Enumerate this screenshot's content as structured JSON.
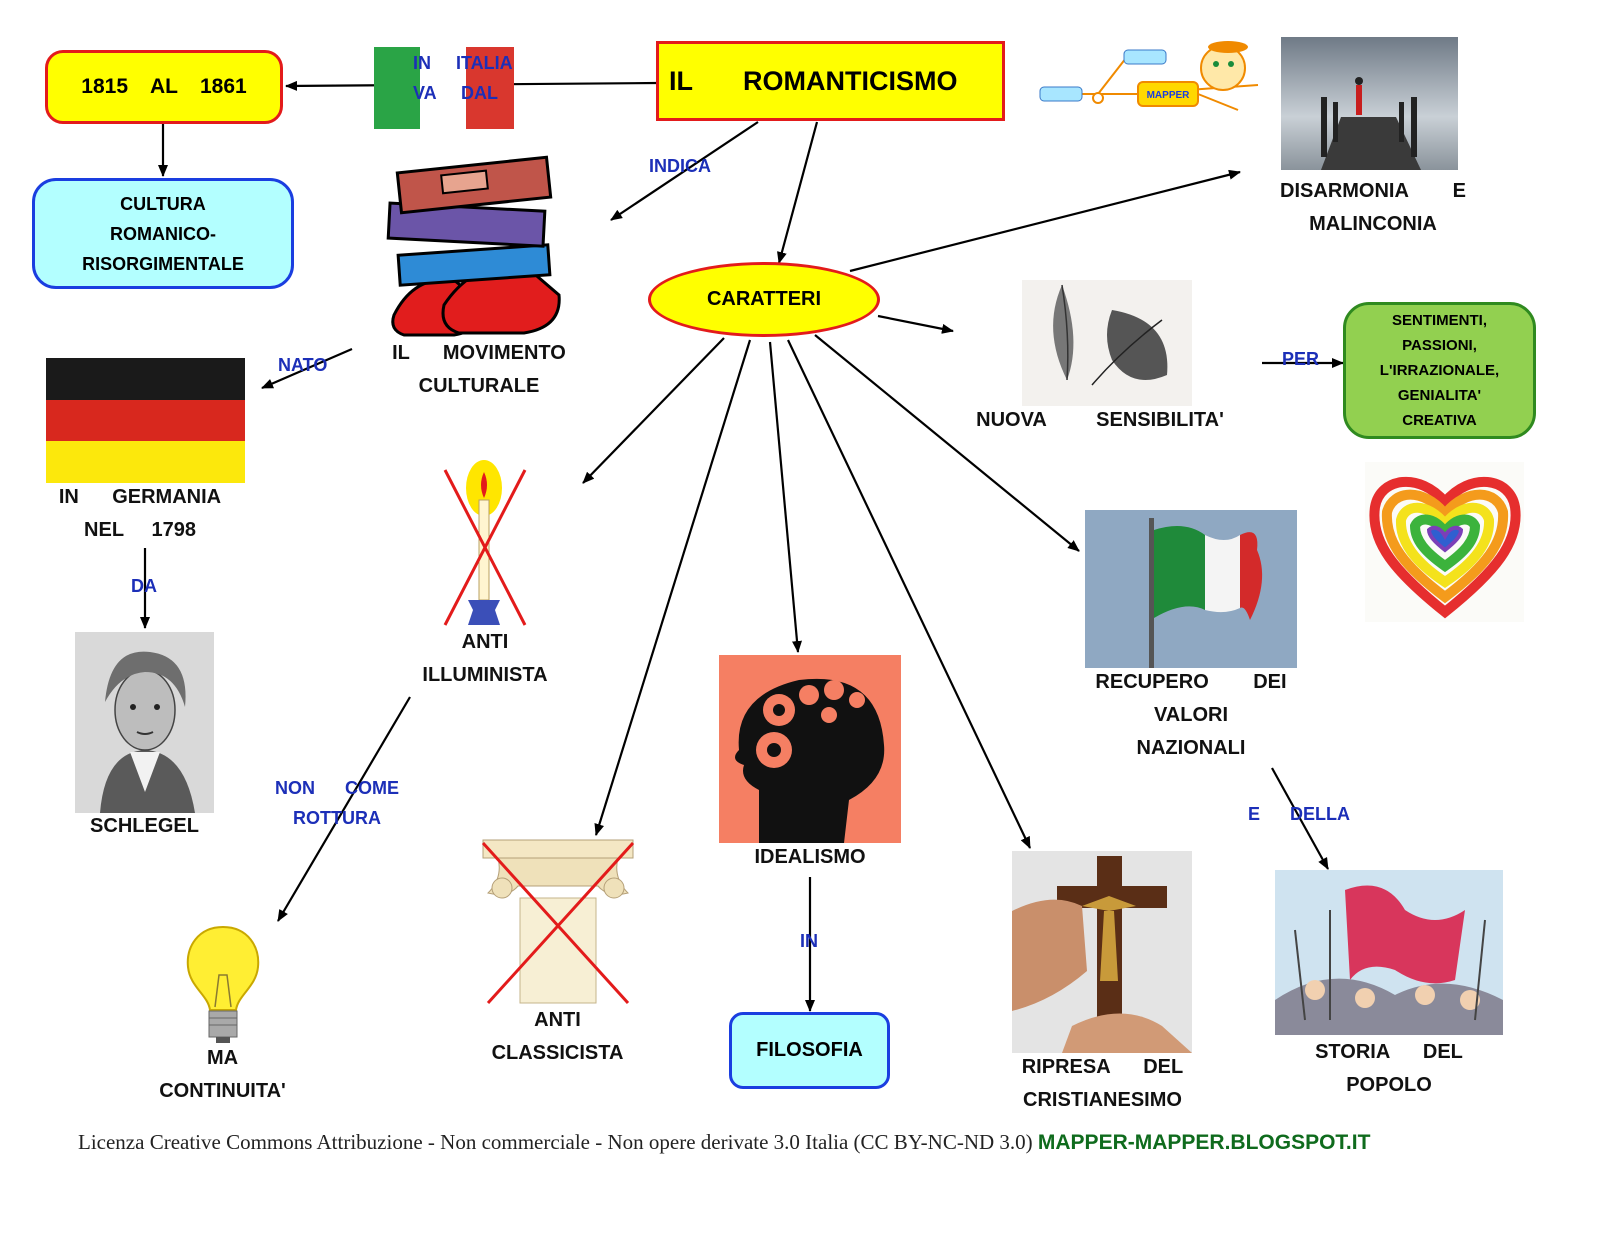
{
  "colors": {
    "yellow": "#ffff00",
    "red_border": "#e31b1b",
    "cyan": "#b3ffff",
    "blue_border": "#1a3ee0",
    "green": "#92d050",
    "green_border": "#2f8a1f",
    "link_text": "#1c2fb8",
    "footer_link": "#0f6b1d"
  },
  "title": [
    "IL",
    "ROMANTICISMO"
  ],
  "nodes": {
    "dates": [
      "1815",
      "AL",
      "1861"
    ],
    "cultura": "CULTURA\nROMANICO-\nRISORGIMENTALE",
    "caratteri": "CARATTERI",
    "movimento": "IL      MOVIMENTO\nCULTURALE",
    "germania": "IN      GERMANIA\nNEL     1798",
    "schlegel": "SCHLEGEL",
    "anti_illuminista": "ANTI\nILLUMINISTA",
    "continuita": "MA\nCONTINUITA'",
    "anti_classicista": "ANTI\nCLASSICISTA",
    "idealismo": "IDEALISMO",
    "filosofia": "FILOSOFIA",
    "cristianesimo": "RIPRESA      DEL\nCRISTIANESIMO",
    "storia": "STORIA      DEL\nPOPOLO",
    "valori": "RECUPERO        DEI\nVALORI\nNAZIONALI",
    "sensibilita": "NUOVA         SENSIBILITA'",
    "sentimenti": "SENTIMENTI,\nPASSIONI,\nL'IRRAZIONALE,\nGENIALITA'\nCREATIVA",
    "disarmonia": "DISARMONIA        E\nMALINCONIA",
    "logo_badge": "MAPPER"
  },
  "edge_labels": {
    "in_italia": "IN     ITALIA\nVA     DAL",
    "indica": "INDICA",
    "nato": "NATO",
    "da": "DA",
    "non_come": "NON      COME\nROTTURA",
    "in": "IN",
    "e_della": "E      DELLA",
    "per": "PER"
  },
  "icons": [
    "italy-flag-icon",
    "books-shoes-icon",
    "germany-flag-icon",
    "portrait-icon",
    "crossed-candle-icon",
    "lightbulb-icon",
    "crossed-column-icon",
    "head-gears-icon",
    "crucifix-icon",
    "people-flag-icon",
    "waving-italy-flag-icon",
    "rainbow-heart-icon",
    "feather-icon",
    "pier-icon",
    "mapper-logo-icon"
  ],
  "footer": {
    "license": "Licenza Creative Commons Attribuzione - Non commerciale - Non opere derivate 3.0 Italia (CC BY-NC-ND 3.0) ",
    "site": "MAPPER-MAPPER.BLOGSPOT.IT"
  }
}
